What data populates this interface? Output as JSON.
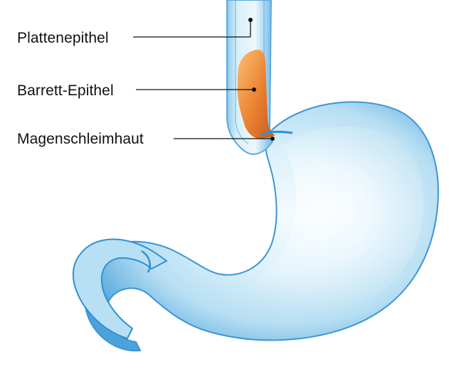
{
  "diagram": {
    "labels": [
      {
        "text": "Plattenepithel"
      },
      {
        "text": "Barrett-Epithel"
      },
      {
        "text": "Magenschleimhaut"
      }
    ],
    "colors": {
      "stomach_light": "#dff2fb",
      "stomach_mid": "#9fd1ec",
      "stomach_dark": "#2f91d2",
      "barrett": "#e97b24",
      "leader": "#111111"
    }
  }
}
